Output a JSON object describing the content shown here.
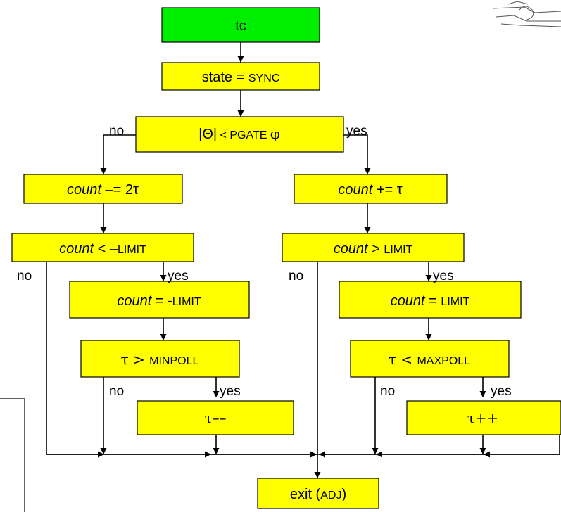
{
  "nodes": {
    "start": "tc",
    "state": {
      "a": "state = ",
      "b": "SYNC"
    },
    "decision": {
      "a": "|Θ|",
      "b": " < PGATE ",
      "c": "φ"
    },
    "count_dec": {
      "a": "count",
      "b": " –= 2τ"
    },
    "count_inc": {
      "a": "count",
      "b": " += τ"
    },
    "count_lt": {
      "a": "count",
      "b": " < –",
      "c": "LIMIT"
    },
    "count_gt": {
      "a": "count",
      "b": " > ",
      "c": "LIMIT"
    },
    "set_neg": {
      "a": "count",
      "b": " = -",
      "c": "LIMIT"
    },
    "set_pos": {
      "a": "count",
      "b": " = ",
      "c": "LIMIT"
    },
    "tau_gt": {
      "a": "τ > ",
      "b": "MINPOLL"
    },
    "tau_lt": {
      "a": "τ < ",
      "b": "MAXPOLL"
    },
    "tau_dec": "τ––",
    "tau_inc": "τ++",
    "exit": {
      "a": "exit (",
      "b": "ADJ",
      "c": ")"
    }
  },
  "labels": {
    "no": "no",
    "yes": "yes"
  },
  "colors": {
    "process": "#ffff00",
    "start": "#00ee00"
  }
}
